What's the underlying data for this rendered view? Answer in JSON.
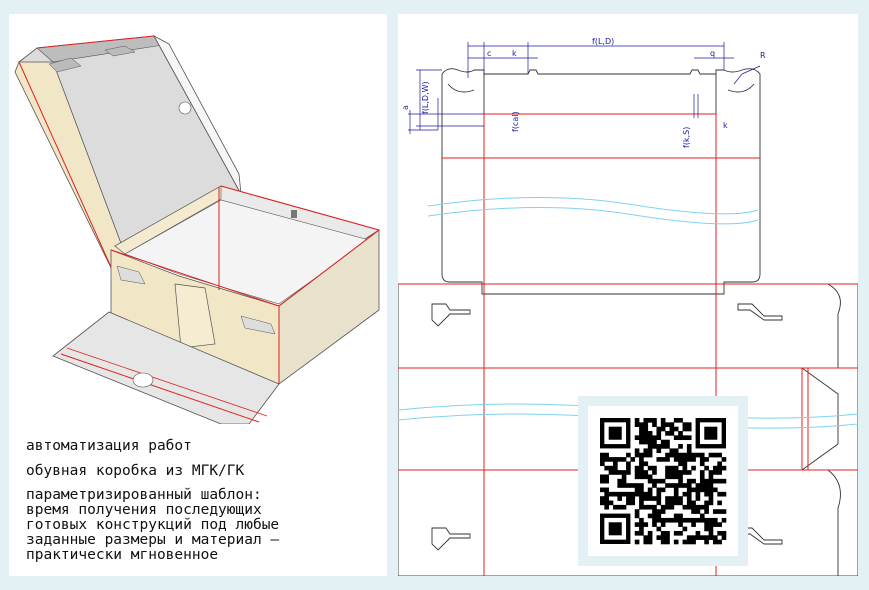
{
  "captions": {
    "line1": "автоматизация работ",
    "line2": "обувная коробка из МГК/ГК",
    "line3": "параметризированный шаблон:\nвремя получения последующих\nготовых конструкций под любые\nзаданные размеры и материал –\nпрактически мгновенное"
  },
  "dimensions": {
    "fLD": "f(L,D)",
    "c": "c",
    "k": "k",
    "q": "q",
    "R": "R",
    "fLDW": "f(L,D,W)",
    "a": "a",
    "fcal": "f(cal)",
    "fkS": "f(k,S)",
    "k2": "k"
  },
  "icons": {
    "box": "open-shoebox-illustration",
    "dieline": "box-dieline-drawing",
    "qr": "qr-code"
  },
  "colors": {
    "background": "#e3f1f4",
    "cut_line": "#333333",
    "crease_line": "#e02020",
    "dimension": "#1a1aa0",
    "board": "#f0e6c4"
  }
}
